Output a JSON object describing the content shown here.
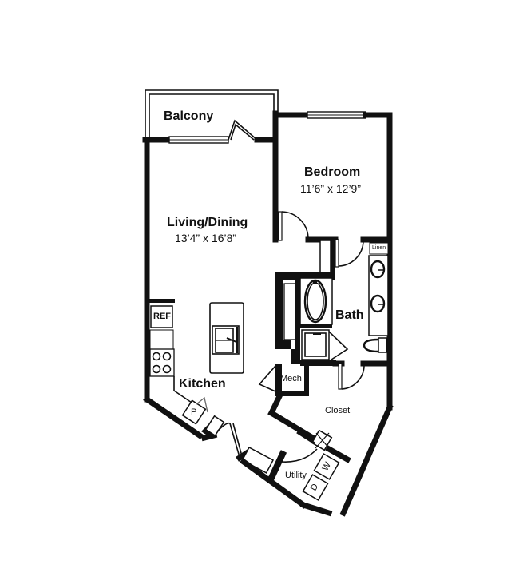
{
  "floorplan": {
    "rooms": {
      "balcony": {
        "label": "Balcony"
      },
      "bedroom": {
        "label": "Bedroom",
        "dimensions": "11’6” x 12’9”"
      },
      "living_dining": {
        "label": "Living/Dining",
        "dimensions": "13’4” x 16’8”"
      },
      "bath": {
        "label": "Bath"
      },
      "kitchen": {
        "label": "Kitchen"
      },
      "closet": {
        "label": "Closet"
      },
      "mech": {
        "label": "Mech"
      },
      "utility": {
        "label": "Utility"
      },
      "linen": {
        "label": "Linen"
      }
    },
    "fixtures": {
      "refrigerator": "REF",
      "pantry": "P",
      "washer": "W",
      "dryer": "D"
    },
    "colors": {
      "wall": "#111111",
      "background": "#ffffff"
    }
  }
}
